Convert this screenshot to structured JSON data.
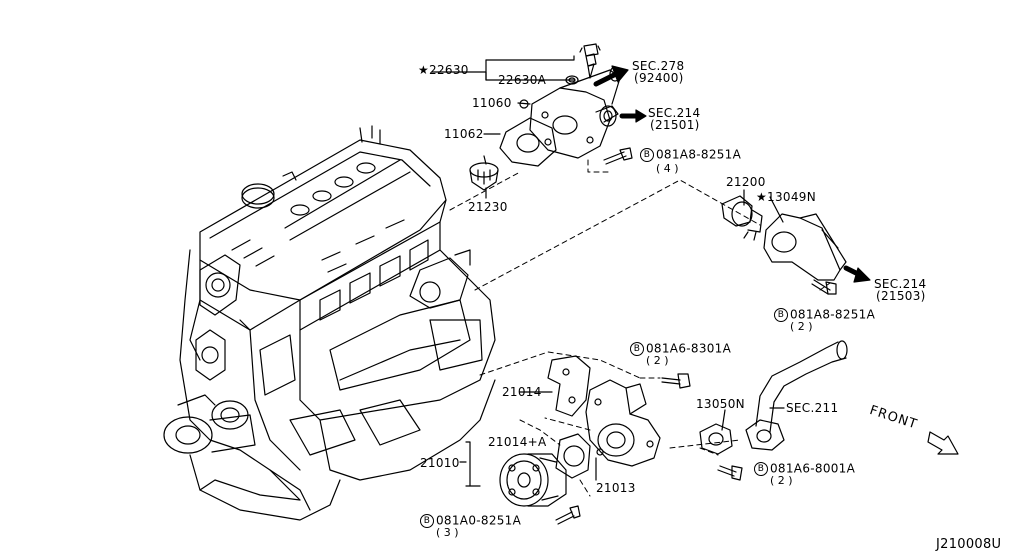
{
  "parts": {
    "p22630": "★22630",
    "p22630A": "22630A",
    "p11060": "11060",
    "p11062": "11062",
    "p21230": "21230",
    "p21200": "21200",
    "p13049N": "★13049N",
    "p21014": "21014",
    "p21014A": "21014+A",
    "p21010": "21010",
    "p21013": "21013",
    "p13050N": "13050N"
  },
  "sections": {
    "sec278": "SEC.278",
    "sec278_ref": "(92400)",
    "sec214a": "SEC.214",
    "sec214a_ref": "(21501)",
    "sec214b": "SEC.214",
    "sec214b_ref": "(21503)",
    "sec211": "SEC.211"
  },
  "bolts": [
    {
      "circle": "B",
      "code": "081A8-8251A",
      "qty": "( 4 )"
    },
    {
      "circle": "B",
      "code": "081A8-8251A",
      "qty": "( 2 )"
    },
    {
      "circle": "B",
      "code": "081A6-8301A",
      "qty": "( 2 )"
    },
    {
      "circle": "B",
      "code": "081A6-8001A",
      "qty": "( 2 )"
    },
    {
      "circle": "B",
      "code": "081A0-8251A",
      "qty": "( 3 )"
    }
  ],
  "front_label": "FRONT",
  "diagram_code": "J210008U"
}
